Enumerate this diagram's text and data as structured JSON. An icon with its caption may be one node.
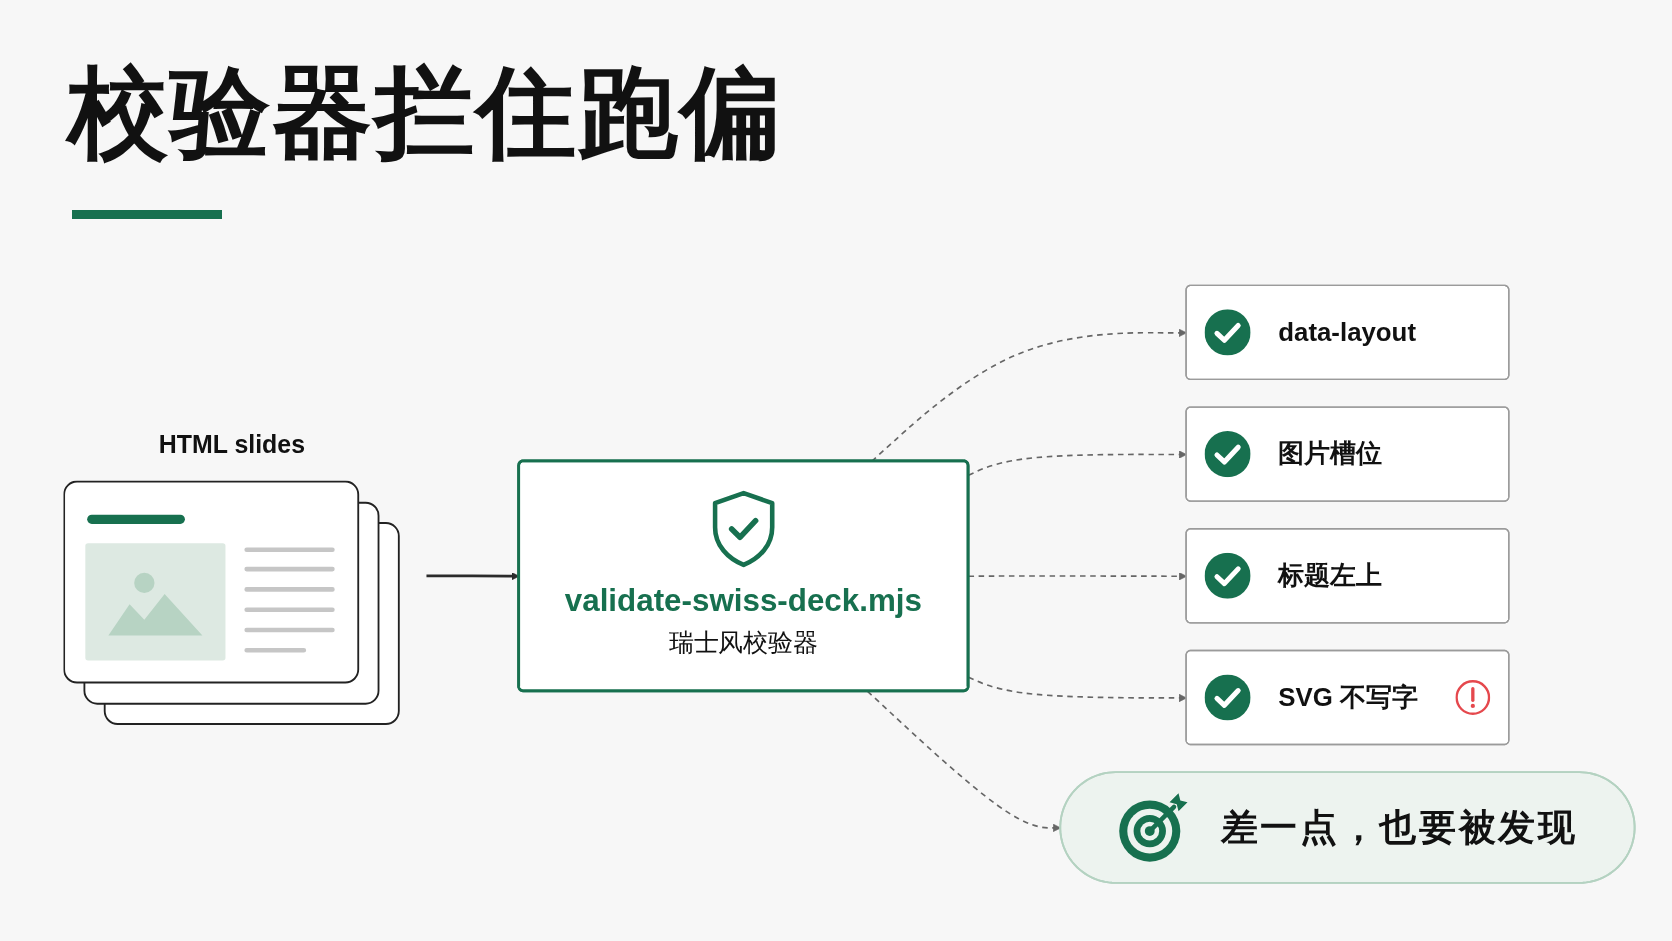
{
  "diagram": {
    "title": "校验器拦住跑偏",
    "nodes": [
      {
        "text": [
          "HTML slides"
        ]
      },
      {
        "text": [
          "validate-swiss-deck.mjs",
          "瑞士风校验器"
        ]
      },
      {
        "text": [
          "data-layout"
        ]
      },
      {
        "text": [
          "图片槽位"
        ]
      },
      {
        "text": [
          "标题左上"
        ]
      },
      {
        "text": [
          "SVG 不写字"
        ]
      },
      {
        "text": [
          "差一点，也要被发现"
        ]
      }
    ],
    "edges": [
      {
        "from": 0,
        "to": 1,
        "arrow": "to",
        "color": "#2b2b2b"
      },
      {
        "from": 1,
        "to": 2,
        "arrow": "to",
        "style": "dashed"
      },
      {
        "from": 1,
        "to": 3,
        "arrow": "to",
        "style": "dashed"
      },
      {
        "from": 1,
        "to": 4,
        "arrow": "to",
        "style": "dashed"
      },
      {
        "from": 1,
        "to": 5,
        "arrow": "to",
        "style": "dashed"
      },
      {
        "from": 1,
        "to": 6,
        "arrow": "to",
        "style": "dashed"
      }
    ]
  }
}
